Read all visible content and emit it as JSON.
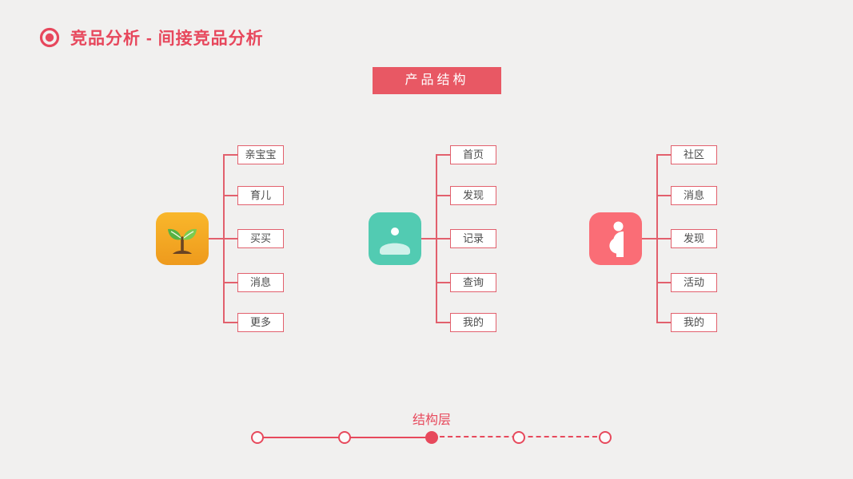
{
  "header": {
    "title": "竞品分析 - 间接竞品分析"
  },
  "banner": {
    "label": "产品结构"
  },
  "diagram": {
    "groups": [
      {
        "icon": "sprout-app-icon",
        "items": [
          "亲宝宝",
          "育儿",
          "买买",
          "消息",
          "更多"
        ]
      },
      {
        "icon": "person-app-icon",
        "items": [
          "首页",
          "发现",
          "记录",
          "查询",
          "我的"
        ]
      },
      {
        "icon": "pregnant-woman-app-icon",
        "items": [
          "社区",
          "消息",
          "发现",
          "活动",
          "我的"
        ]
      }
    ]
  },
  "timeline": {
    "label": "结构层",
    "points": 5,
    "active_index": 2
  },
  "colors": {
    "accent": "#e7495c",
    "background": "#f1f0ef",
    "banner_bg": "#e85864",
    "icon_orange": "#f5a623",
    "icon_teal": "#52cbb2",
    "icon_pink": "#fa6d76"
  }
}
